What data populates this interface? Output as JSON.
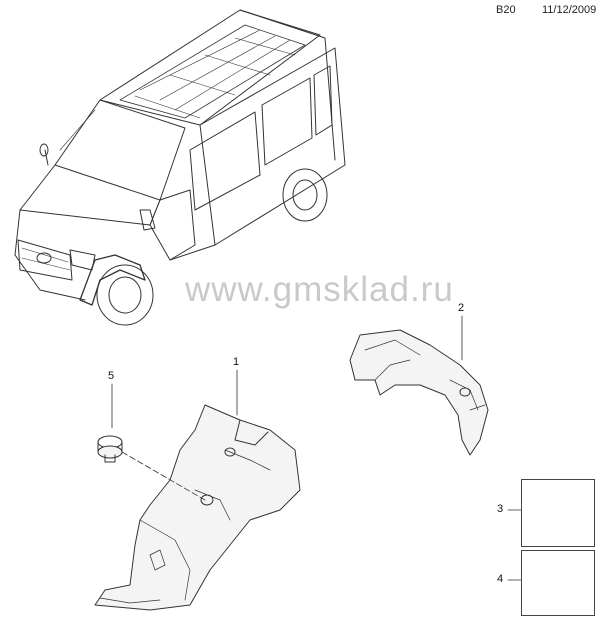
{
  "header": {
    "code": "B20",
    "date": "11/12/2009"
  },
  "watermark": "www.gmsklad.ru",
  "callouts": {
    "c1": "1",
    "c2": "2",
    "c3": "3",
    "c4": "4",
    "c5": "5"
  },
  "colors": {
    "line": "#333333",
    "watermark": "#c9c9c9",
    "part_fill": "#f4f4f4"
  },
  "icons": {
    "van": "van-illustration",
    "liner_front": "wheel-arch-liner-front",
    "liner_rear": "wheel-arch-liner-rear",
    "clip": "push-clip-icon",
    "screw": "screw-icon",
    "plug": "plug-icon"
  }
}
